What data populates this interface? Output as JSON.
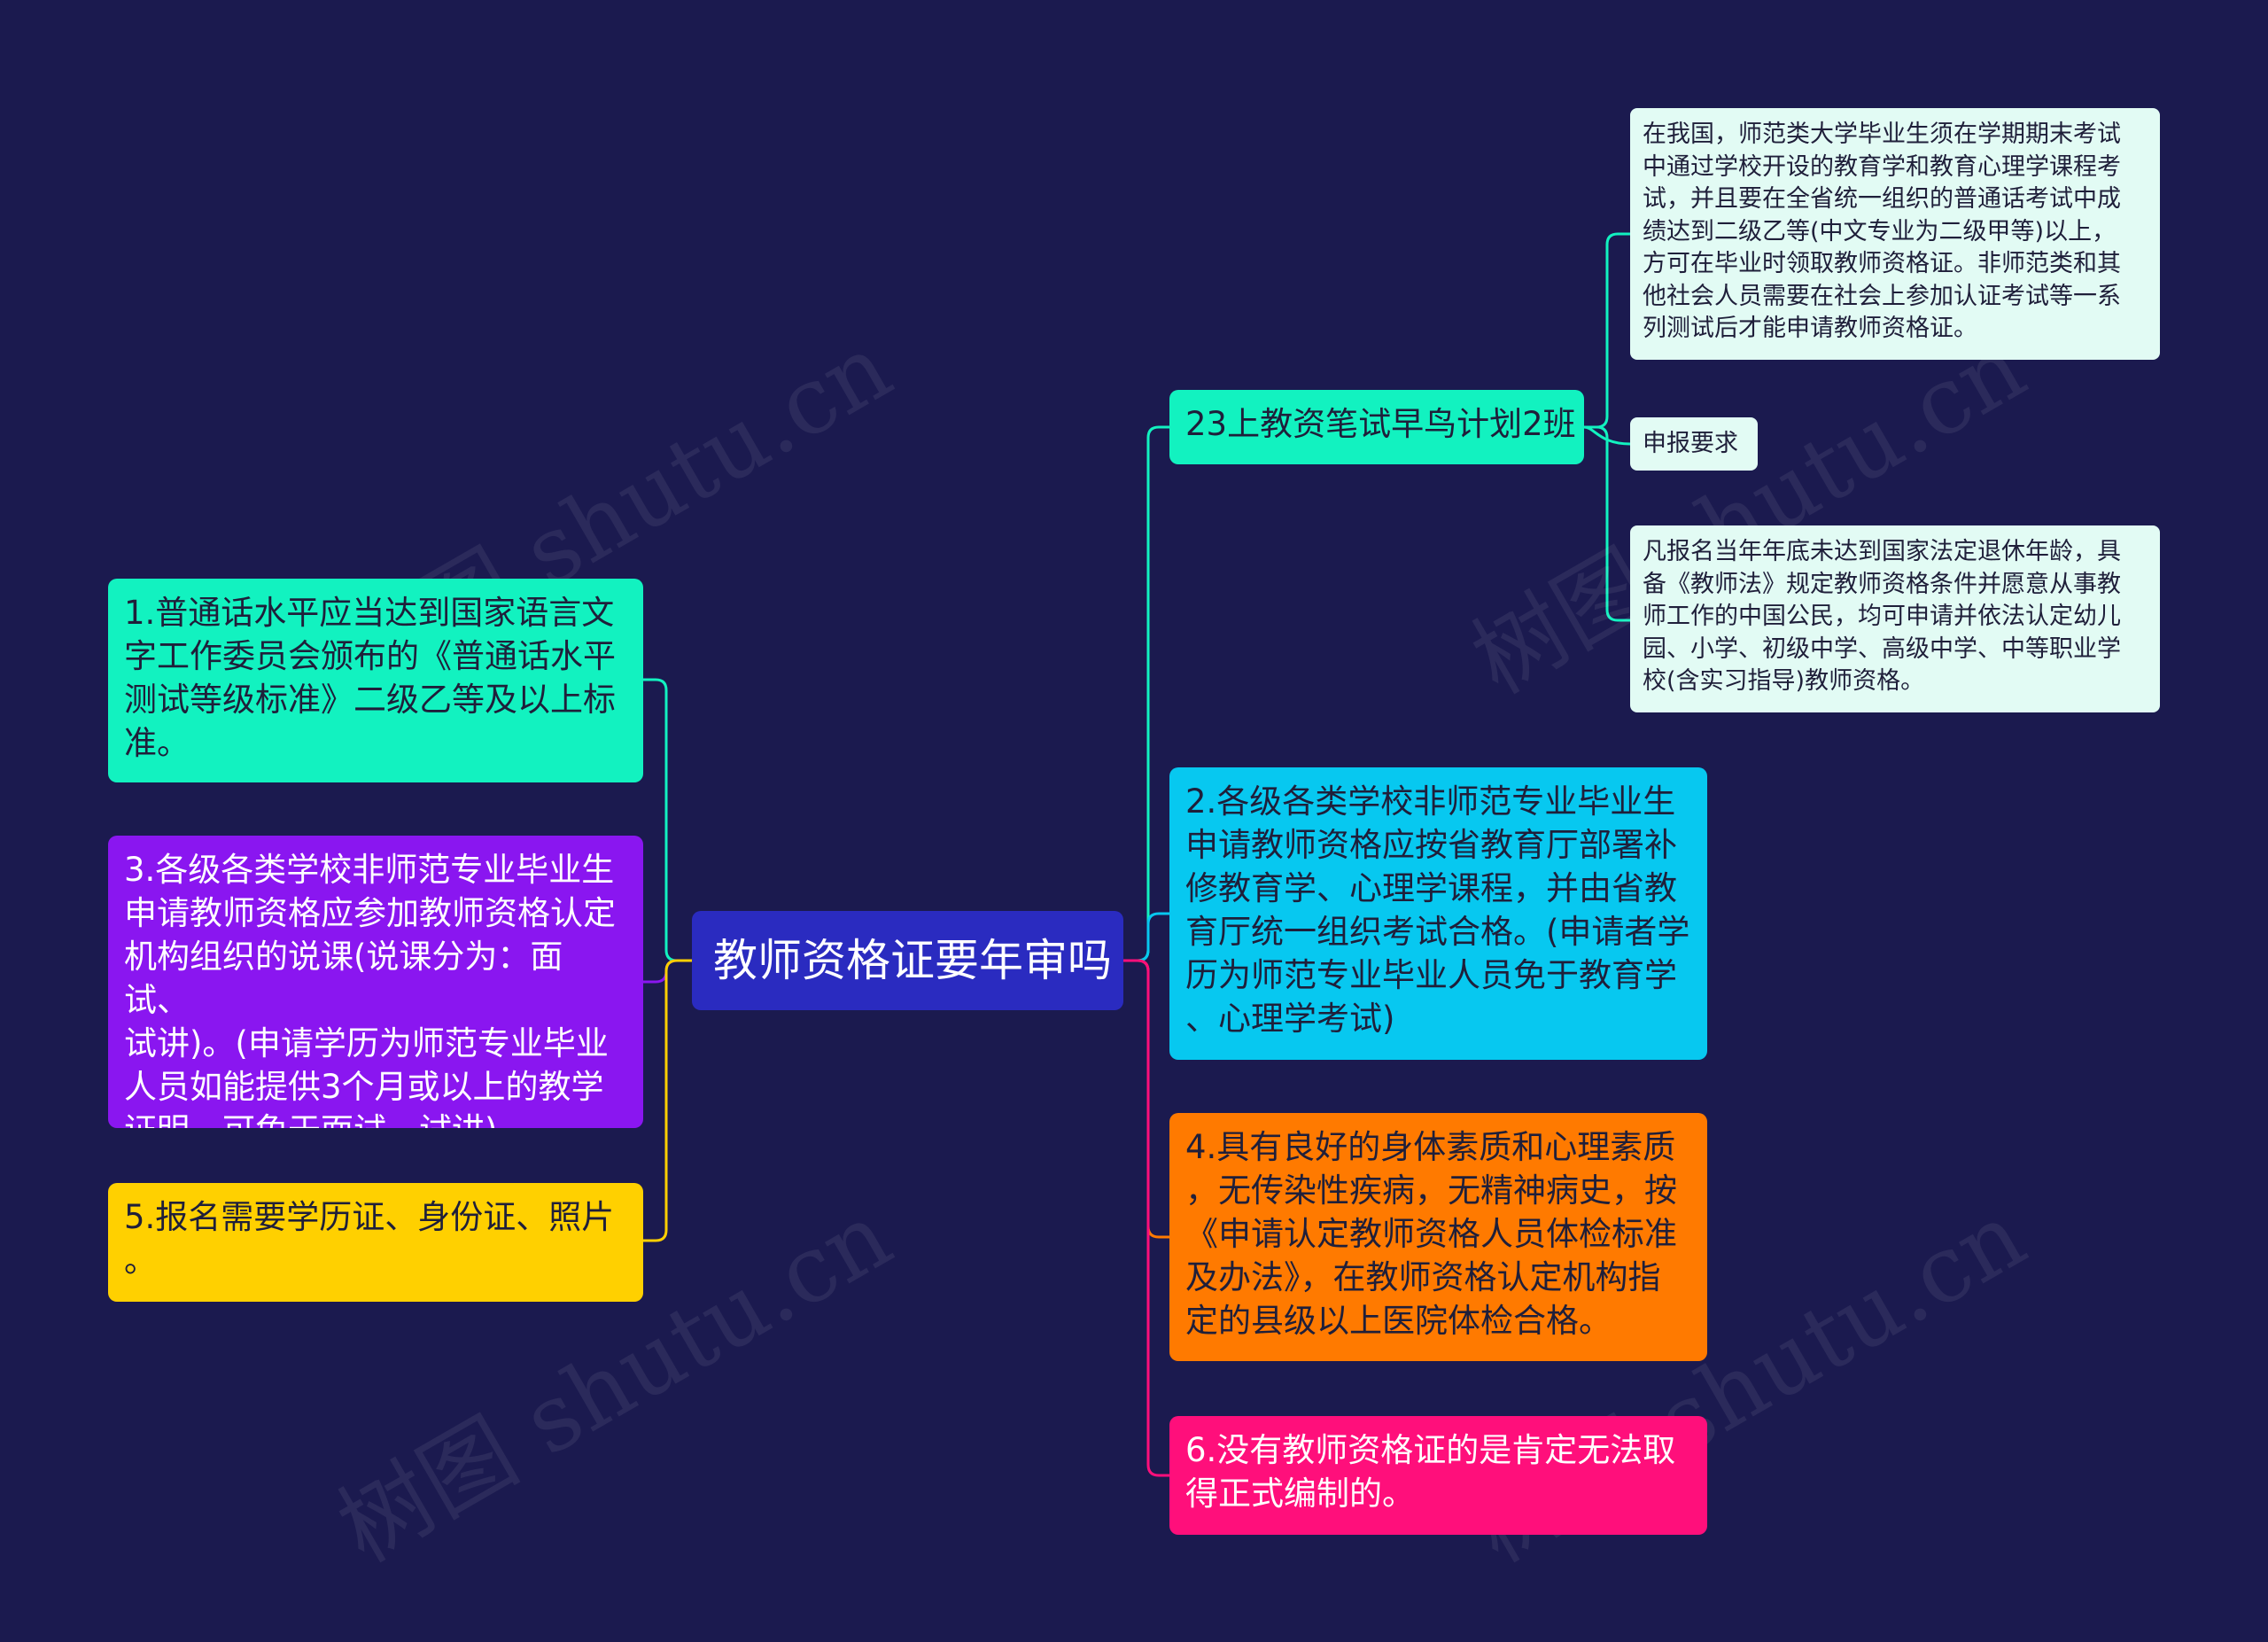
{
  "diagram": {
    "root": {
      "label": "教师资格证要年审吗",
      "color": "#2a2bc0"
    },
    "children": [
      {
        "id": "n1",
        "label": "1.普通话水平应当达到国家语言文\n字工作委员会颁布的《普通话水平\n测试等级标准》二级乙等及以上标\n准。",
        "fill": "#12f2c0",
        "text_color": "#1f1f3a",
        "link_color": "#12f2c0"
      },
      {
        "id": "n3",
        "label": "3.各级各类学校非师范专业毕业生\n申请教师资格应参加教师资格认定\n机构组织的说课(说课分为：面试、\n试讲)。(申请学历为师范专业毕业\n人员如能提供3个月或以上的教学\n证明，可免于面试、试讲)",
        "fill": "#8a16f0",
        "text_color": "#ffffff",
        "link_color": "#8a16f0"
      },
      {
        "id": "n5",
        "label": "5.报名需要学历证、身份证、照片\n。",
        "fill": "#ffd000",
        "text_color": "#1f1f3a",
        "link_color": "#ffd000"
      },
      {
        "id": "n23",
        "label": "23上教资笔试早鸟计划2班",
        "fill": "#12f2c0",
        "text_color": "#1f1f3a",
        "link_color": "#12f2c0",
        "children": [
          {
            "id": "d1",
            "label": "在我国，师范类大学毕业生须在学期期末考试\n中通过学校开设的教育学和教育心理学课程考\n试，并且要在全省统一组织的普通话考试中成\n绩达到二级乙等(中文专业为二级甲等)以上，\n方可在毕业时领取教师资格证。非师范类和其\n他社会人员需要在社会上参加认证考试等一系\n列测试后才能申请教师资格证。"
          },
          {
            "id": "d2",
            "label": "申报要求"
          },
          {
            "id": "d3",
            "label": "凡报名当年年底未达到国家法定退休年龄，具\n备《教师法》规定教师资格条件并愿意从事教\n师工作的中国公民，均可申请并依法认定幼儿\n园、小学、初级中学、高级中学、中等职业学\n校(含实习指导)教师资格。"
          }
        ]
      },
      {
        "id": "n2",
        "label": "2.各级各类学校非师范专业毕业生\n申请教师资格应按省教育厅部署补\n修教育学、心理学课程，并由省教\n育厅统一组织考试合格。(申请者学\n历为师范专业毕业人员免于教育学\n、心理学考试)",
        "fill": "#07c8f0",
        "text_color": "#1f1f3a",
        "link_color": "#07c8f0"
      },
      {
        "id": "n4",
        "label": "4.具有良好的身体素质和心理素质\n，无传染性疾病，无精神病史，按\n《申请认定教师资格人员体检标准\n及办法》，在教师资格认定机构指\n定的县级以上医院体检合格。",
        "fill": "#ff7a00",
        "text_color": "#1f1f3a",
        "link_color": "#ff7a00"
      },
      {
        "id": "n6",
        "label": "6.没有教师资格证的是肯定无法取\n得正式编制的。",
        "fill": "#ff0f7b",
        "text_color": "#ffffff",
        "link_color": "#ff0f7b"
      }
    ]
  },
  "watermarks": [
    "树图 shutu.cn",
    "树图 shutu.cn",
    "树图 shutu.cn",
    "树图 shutu.cn"
  ]
}
